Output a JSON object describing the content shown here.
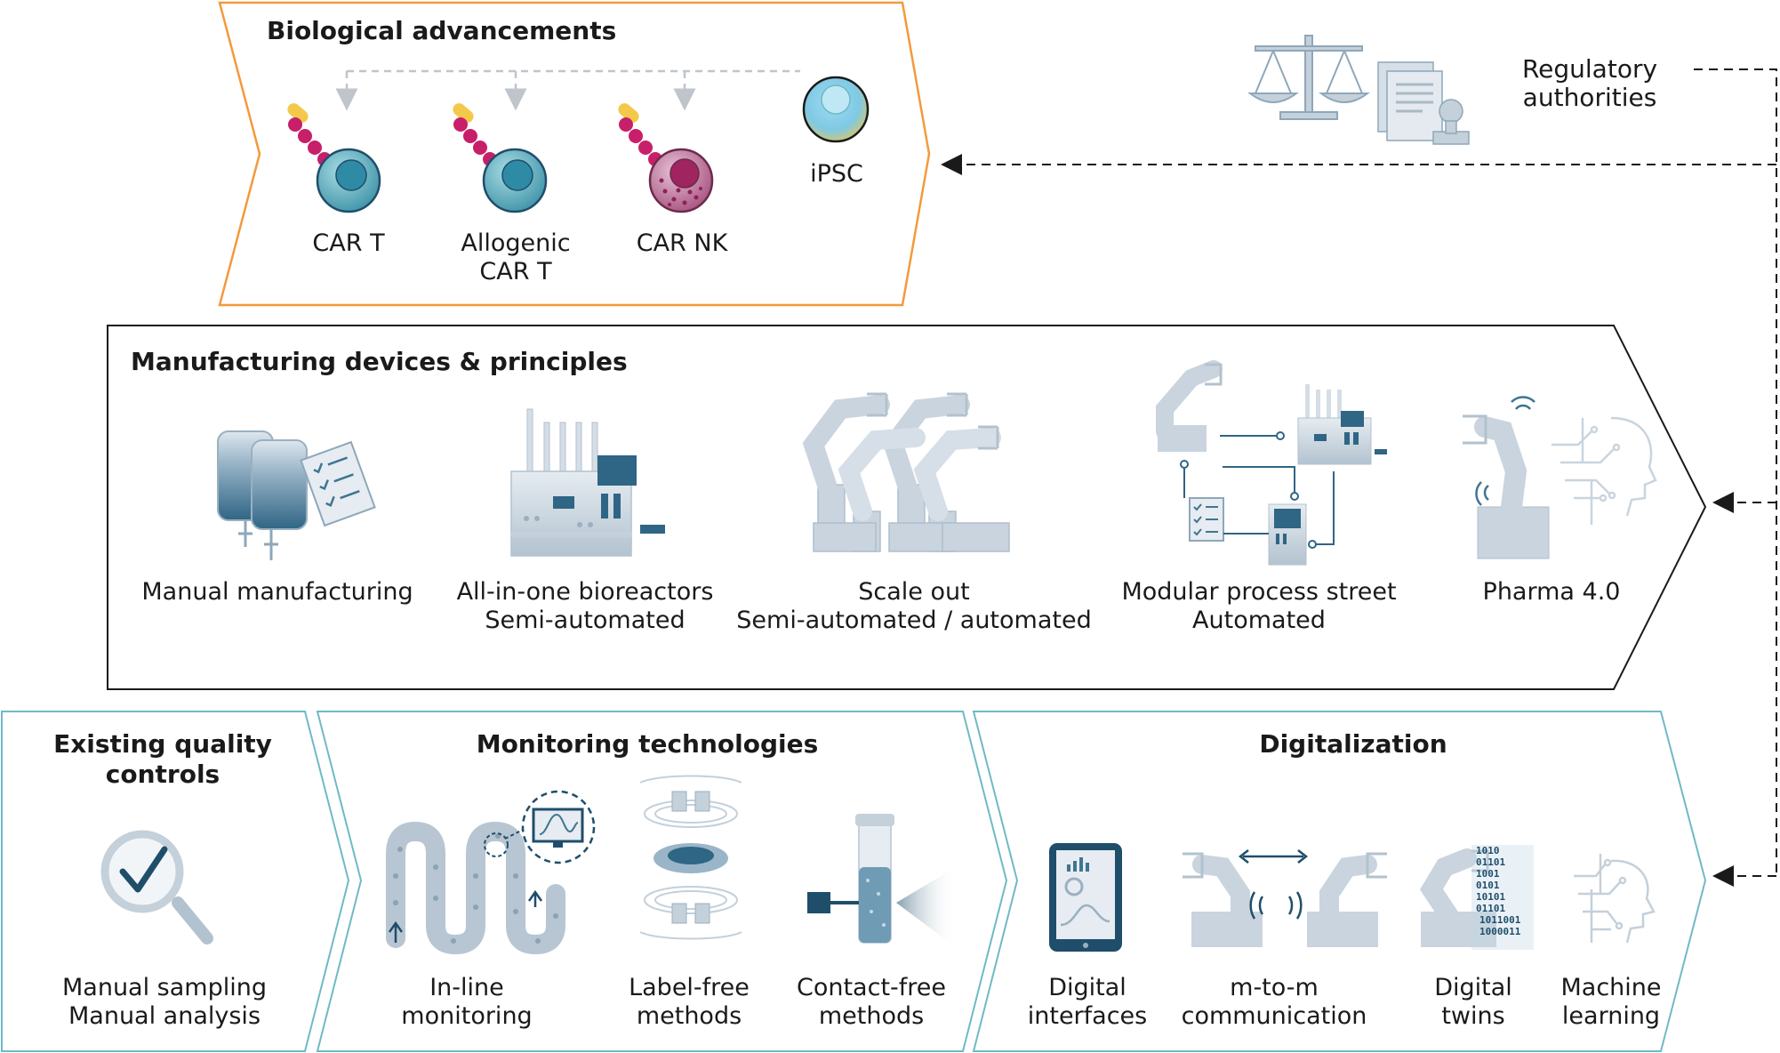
{
  "biological": {
    "title": "Biological advancements",
    "items": [
      {
        "label": "CAR T"
      },
      {
        "label": "Allogenic\nCAR T"
      },
      {
        "label": "CAR NK"
      },
      {
        "label": "iPSC"
      }
    ]
  },
  "regulatory": {
    "label": "Regulatory\nauthorities"
  },
  "manufacturing": {
    "title": "Manufacturing devices & principles",
    "items": [
      {
        "label": "Manual manufacturing"
      },
      {
        "label": "All-in-one bioreactors\nSemi-automated"
      },
      {
        "label": "Scale out\nSemi-automated / automated"
      },
      {
        "label": "Modular process street\nAutomated"
      },
      {
        "label": "Pharma 4.0"
      }
    ]
  },
  "quality": {
    "title": "Existing quality\ncontrols",
    "label": "Manual sampling\nManual analysis"
  },
  "monitoring": {
    "title": "Monitoring technologies",
    "items": [
      {
        "label": "In-line\nmonitoring"
      },
      {
        "label": "Label-free\nmethods"
      },
      {
        "label": "Contact-free\nmethods"
      }
    ]
  },
  "digitalization": {
    "title": "Digitalization",
    "items": [
      {
        "label": "Digital\ninterfaces"
      },
      {
        "label": "m-to-m\ncommunication"
      },
      {
        "label": "Digital\ntwins"
      },
      {
        "label": "Machine\nlearning"
      }
    ],
    "code_digits": "1010\n01101\n1001\n0101\n10101\n01101\n1011001\n1000011"
  },
  "colors": {
    "orange": "#f39a3c",
    "black": "#1a1a1a",
    "teal": "#6fb9c6",
    "icon_gray": "#c4d0da",
    "icon_blue": "#3f7591",
    "dark_navy": "#1f4e6b",
    "magenta": "#c81f6a",
    "yellow": "#f4c94b"
  }
}
